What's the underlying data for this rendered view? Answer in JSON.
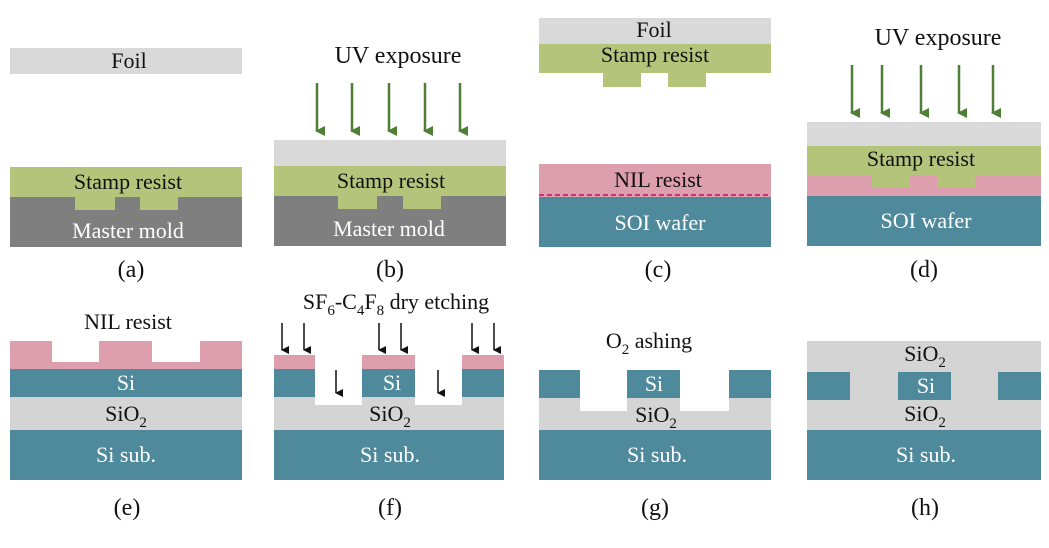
{
  "colors": {
    "foil": "#d9d9d9",
    "stamp_resist": "#b5c47b",
    "master_mold": "#7f7f7f",
    "nil_resist": "#dd9fae",
    "soi_wafer": "#4f8a9c",
    "si": "#4f8a9c",
    "sio2": "#d4d4d4",
    "uv_arrow": "#4f7f35",
    "dashed_line": "#d0307a",
    "text_dark": "#111111",
    "text_light": "#ffffff"
  },
  "panels": {
    "a": {
      "caption": "(a)",
      "foil": "Foil",
      "stamp_resist": "Stamp resist",
      "master_mold": "Master mold"
    },
    "b": {
      "caption": "(b)",
      "process": "UV exposure",
      "stamp_resist": "Stamp resist",
      "master_mold": "Master mold"
    },
    "c": {
      "caption": "(c)",
      "foil": "Foil",
      "stamp_resist": "Stamp resist",
      "nil_resist": "NIL resist",
      "soi_wafer": "SOI wafer"
    },
    "d": {
      "caption": "(d)",
      "process": "UV exposure",
      "stamp_resist": "Stamp resist",
      "soi_wafer": "SOI wafer"
    },
    "e": {
      "caption": "(e)",
      "nil_resist": "NIL resist",
      "si": "Si",
      "sio2_base": "SiO",
      "sio2_sub": "2",
      "si_sub": "Si sub."
    },
    "f": {
      "caption": "(f)",
      "sf_base": "SF",
      "sf_sub": "6",
      "c_base": "-C",
      "c_sub": "4",
      "f_base": "F",
      "f_sub": "8",
      "process_rest": " dry etching",
      "si": "Si",
      "sio2_base": "SiO",
      "sio2_sub": "2",
      "si_sub": "Si sub."
    },
    "g": {
      "caption": "(g)",
      "o2_base": "O",
      "o2_sub": "2",
      "process_rest": " ashing",
      "si": "Si",
      "sio2_base": "SiO",
      "sio2_sub": "2",
      "si_sub": "Si sub."
    },
    "h": {
      "caption": "(h)",
      "sio2_top_base": "SiO",
      "sio2_top_sub": "2",
      "si": "Si",
      "sio2_base": "SiO",
      "sio2_sub": "2",
      "si_sub": "Si sub."
    }
  }
}
